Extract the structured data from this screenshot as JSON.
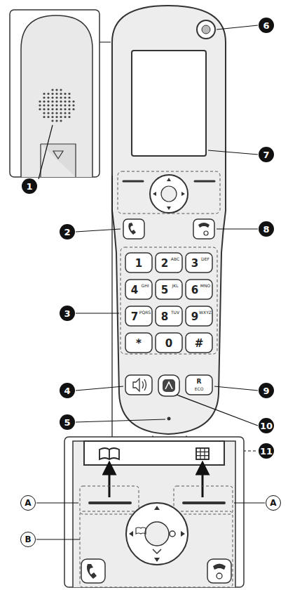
{
  "diagram": {
    "labels": [
      "1",
      "2",
      "3",
      "4",
      "5",
      "6",
      "7",
      "8",
      "9",
      "10",
      "11",
      "A",
      "A",
      "B",
      "1",
      "2",
      "ABC",
      "3",
      "DEF",
      "4",
      "GHI",
      "5",
      "JKL",
      "6",
      "MNO",
      "7",
      "PQRS",
      "8",
      "TUV",
      "9",
      "WXYZ",
      "*",
      "0",
      "#",
      "R",
      "ECO"
    ]
  }
}
